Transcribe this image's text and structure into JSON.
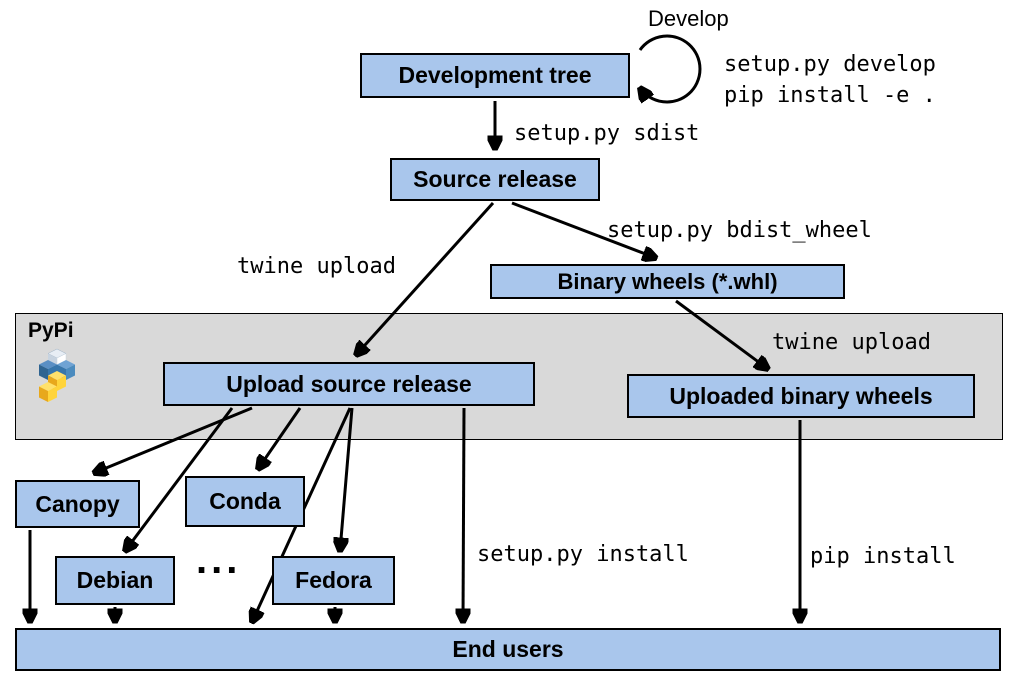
{
  "nodes": {
    "development_tree": "Development tree",
    "source_release": "Source release",
    "binary_wheels": "Binary wheels (*.whl)",
    "upload_source_release": "Upload source release",
    "uploaded_binary_wheels": "Uploaded binary wheels",
    "canopy": "Canopy",
    "conda": "Conda",
    "debian": "Debian",
    "fedora": "Fedora",
    "end_users": "End users"
  },
  "labels": {
    "develop": "Develop",
    "setup_develop": "setup.py develop",
    "pip_install_e": "pip install -e .",
    "setup_sdist": "setup.py sdist",
    "twine_upload": "twine upload",
    "setup_bdist_wheel": "setup.py bdist_wheel",
    "setup_install": "setup.py install",
    "pip_install": "pip install",
    "pypi": "PyPi",
    "dots": "..."
  },
  "colors": {
    "node_fill": "#a9c6ec",
    "band_fill": "#d9d9d9",
    "arrow": "#000000",
    "pypi_blue": "#3776ab",
    "pypi_blue_dark": "#2f6491",
    "pypi_yellow": "#ffd43b",
    "pypi_yellow_dark": "#e8a81c",
    "pypi_white": "#e8eef5"
  }
}
